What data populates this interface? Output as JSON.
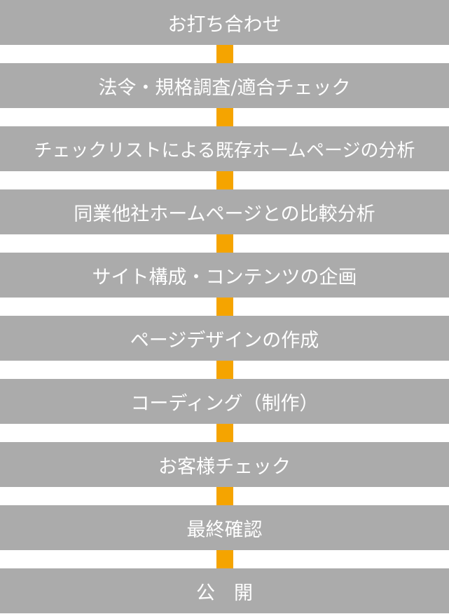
{
  "flow": {
    "connector_color": "#f5a400",
    "box_color": "#ababab",
    "steps": [
      "お打ち合わせ",
      "法令・規格調査/適合チェック",
      "チェックリストによる既存ホームページの分析",
      "同業他社ホームページとの比較分析",
      "サイト構成・コンテンツの企画",
      "ページデザインの作成",
      "コーディング（制作）",
      "お客様チェック",
      "最終確認",
      "公　開"
    ]
  }
}
